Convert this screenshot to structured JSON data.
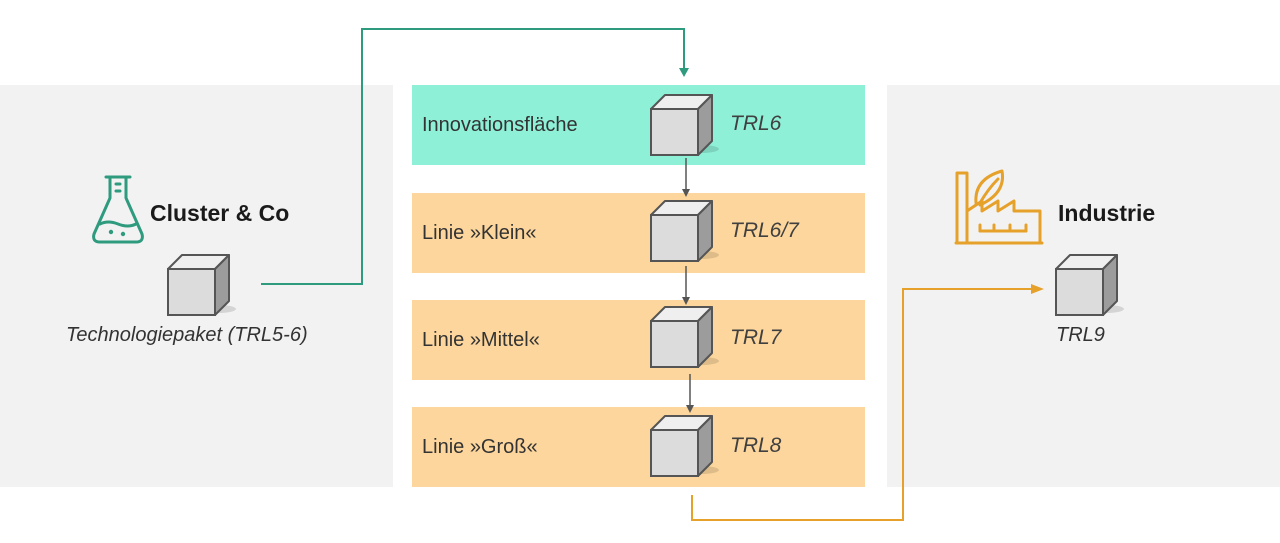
{
  "left": {
    "heading": "Cluster & Co",
    "caption": "Technologiepaket (TRL5-6)"
  },
  "right": {
    "heading": "Industrie",
    "caption": "TRL9"
  },
  "stages": [
    {
      "label": "Innovationsfläche",
      "trl": "TRL6",
      "color": "#8ff0d8"
    },
    {
      "label": "Linie »Klein«",
      "trl": "TRL6/7",
      "color": "#fcd69c"
    },
    {
      "label": "Linie »Mittel«",
      "trl": "TRL7",
      "color": "#fcd69c"
    },
    {
      "label": "Linie »Groß«",
      "trl": "TRL8",
      "color": "#fcd69c"
    }
  ],
  "colors": {
    "green_connector": "#2e9a7e",
    "orange_connector": "#e6a12a",
    "panel_background": "#f2f2f2"
  },
  "icons": {
    "left": "flask-icon",
    "right": "factory-leaf-icon"
  }
}
